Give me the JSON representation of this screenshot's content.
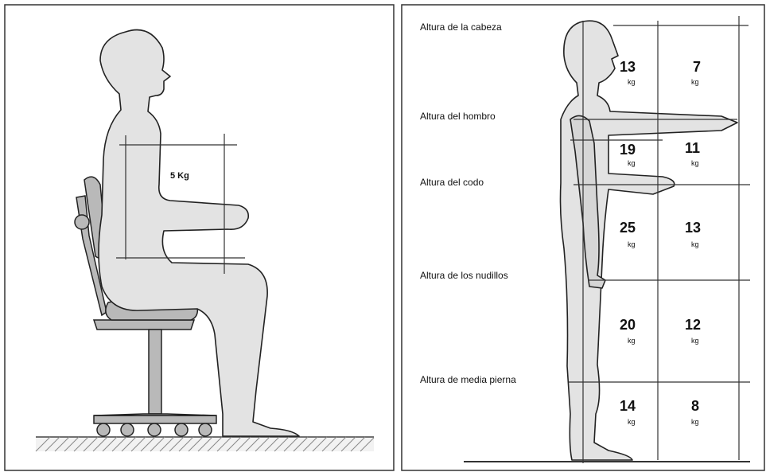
{
  "colors": {
    "figure_fill": "#e3e3e3",
    "chair_fill": "#b9b9b9",
    "outline": "#222222",
    "floor": "#777777"
  },
  "seated": {
    "weight": "5 Kg"
  },
  "standing": {
    "unit": "kg",
    "levels": [
      {
        "label": "Altura de la cabeza"
      },
      {
        "label": "Altura del hombro"
      },
      {
        "label": "Altura del codo"
      },
      {
        "label": "Altura de los nudillos"
      },
      {
        "label": "Altura de media pierna"
      }
    ],
    "zones": [
      {
        "near": "13",
        "far": "7"
      },
      {
        "near": "19",
        "far": "11"
      },
      {
        "near": "25",
        "far": "13"
      },
      {
        "near": "20",
        "far": "12"
      },
      {
        "near": "14",
        "far": "8"
      }
    ]
  }
}
